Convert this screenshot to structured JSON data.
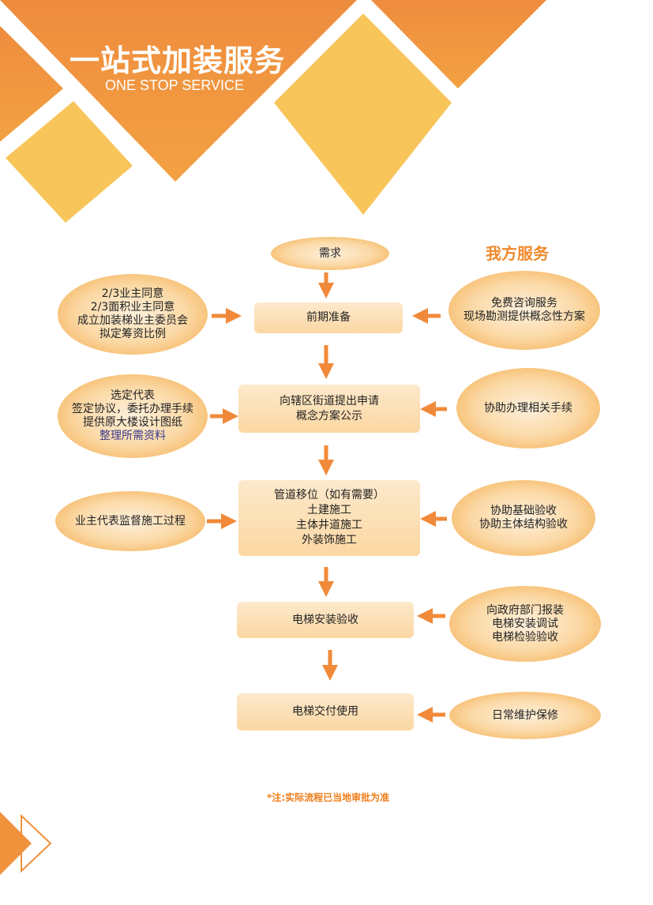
{
  "header": {
    "title": "一站式加装服务",
    "subtitle": "ONE STOP SERVICE"
  },
  "our_service_label": "我方服务",
  "colors": {
    "orange": "#f0913c",
    "yellow": "#f8c55b",
    "arrow": "#f08a3a"
  },
  "flow": {
    "start": "需求",
    "steps": [
      {
        "lines": [
          "前期准备"
        ]
      },
      {
        "lines": [
          "向辖区街道提出申请",
          "概念方案公示"
        ]
      },
      {
        "lines": [
          "管道移位（如有需要）",
          "土建施工",
          "主体井道施工",
          "外装饰施工"
        ]
      },
      {
        "lines": [
          "电梯安装验收"
        ]
      },
      {
        "lines": [
          "电梯交付使用"
        ]
      }
    ]
  },
  "owner_tasks": [
    {
      "lines": [
        "2/3业主同意",
        "2/3面积业主同意",
        "成立加装梯业主委员会",
        "拟定筹资比例"
      ]
    },
    {
      "lines": [
        "选定代表",
        "签定协议，委托办理手续",
        "提供原大楼设计图纸",
        "整理所需资料"
      ]
    },
    {
      "lines": [
        "业主代表监督施工过程"
      ]
    }
  ],
  "our_services": [
    {
      "lines": [
        "免费咨询服务",
        "现场勘测提供概念性方案"
      ]
    },
    {
      "lines": [
        "协助办理相关手续"
      ]
    },
    {
      "lines": [
        "协助基础验收",
        "协助主体结构验收"
      ]
    },
    {
      "lines": [
        "向政府部门报装",
        "电梯安装调试",
        "电梯检验验收"
      ]
    },
    {
      "lines": [
        "日常维护保修"
      ]
    }
  ],
  "note": "*注:实际流程已当地审批为准"
}
